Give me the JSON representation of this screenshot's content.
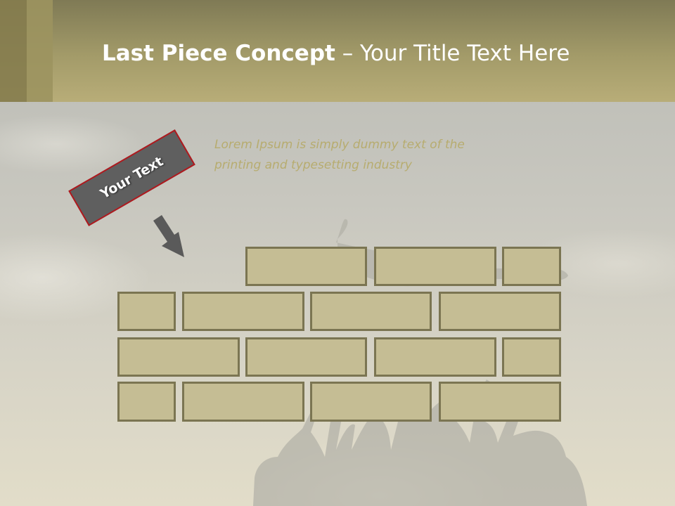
{
  "slide": {
    "title_bold": "Last Piece Concept",
    "title_rest": "– Your Title Text Here",
    "body_text": "Lorem Ipsum is simply dummy text of the printing and typesetting industry",
    "tag_text": "Your Text"
  },
  "colors": {
    "header": "#a39b69",
    "brick_fill": "#c5bd94",
    "brick_border": "#7b7552",
    "tag_fill": "#5f5f5f",
    "tag_border": "#b0191e",
    "body_text": "#b7ac6f"
  },
  "icons": {
    "arrow": "arrow-down-right-icon"
  }
}
